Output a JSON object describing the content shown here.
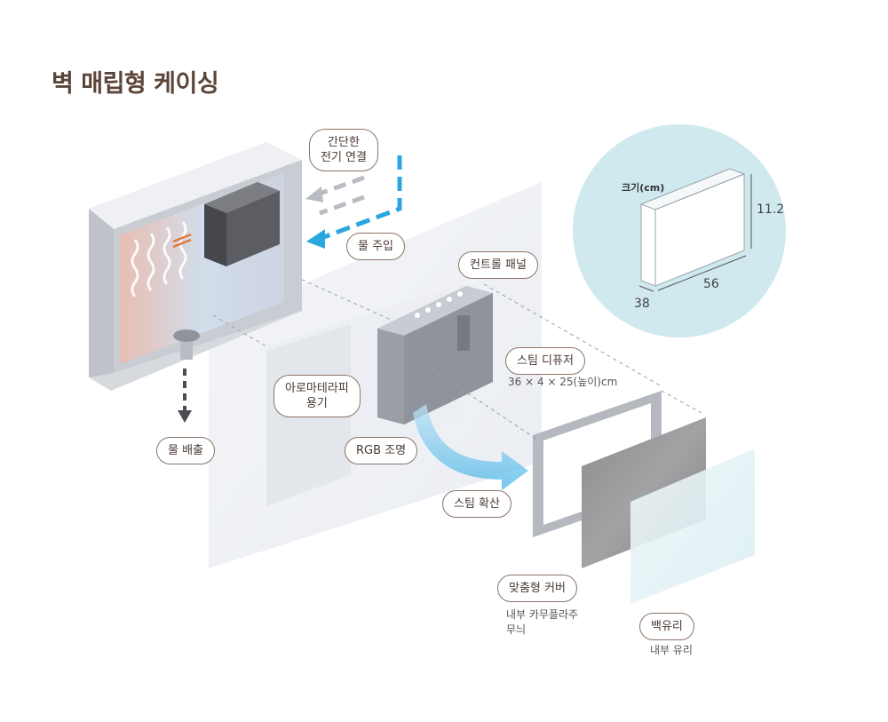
{
  "page": {
    "title": "벽 매립형 케이싱"
  },
  "labels": {
    "electric": [
      "간단한",
      "전기 연결"
    ],
    "water_in": "물 주입",
    "water_out": "물 배출",
    "control_panel": "컨트롤 패널",
    "aroma": [
      "아로마테라피",
      "용기"
    ],
    "rgb": "RGB 조명",
    "steam_diffuser": "스팀 디퓨저",
    "steam_diffuser_size": "36 × 4 × 25(높이)cm",
    "steam_spread": "스팀 확산",
    "custom_cover": "맞춤형 커버",
    "custom_cover_sub": [
      "내부 카무플라주",
      "무늬"
    ],
    "glass": "백유리",
    "glass_sub": "내부 유리"
  },
  "size_box": {
    "label": "크기(cm)",
    "height": "11.2",
    "width": "56",
    "depth": "38"
  },
  "colors": {
    "title": "#5b4538",
    "circle": "#cfe9ef",
    "arrow_blue": "#2aa7e0",
    "arrow_gray": "#b9bcc2",
    "arrow_dark": "#4b4d52"
  }
}
